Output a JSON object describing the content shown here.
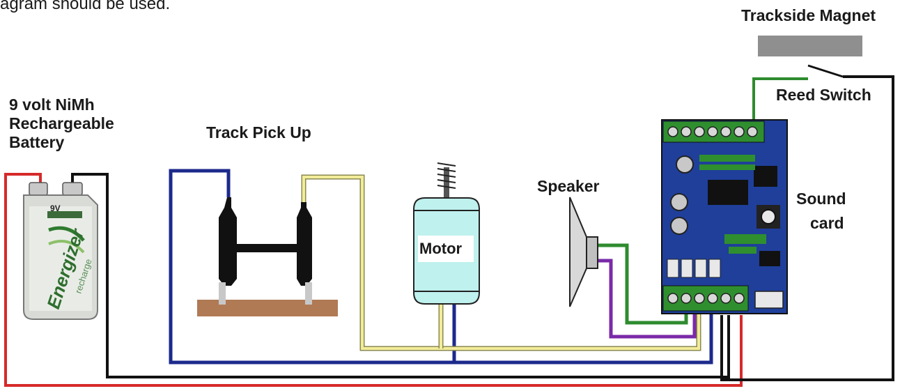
{
  "caption": "agram should be used.",
  "labels": {
    "battery_line1": "9 volt NiMh",
    "battery_line2": "Rechargeable",
    "battery_line3": "Battery",
    "track_pickup": "Track Pick Up",
    "motor": "Motor",
    "speaker": "Speaker",
    "sound_card_line1": "Sound",
    "sound_card_line2": "card",
    "reed_switch": "Reed Switch",
    "trackside_magnet": "Trackside Magnet"
  },
  "battery": {
    "voltage": "9V",
    "brand": "Energizer",
    "subtitle": "recharge"
  },
  "wire_colors": {
    "red": "#d62a2a",
    "black": "#111111",
    "blue": "#1c2a8c",
    "yellow": "#e8e08a",
    "green": "#2e8b2e",
    "purple": "#7a2aa8"
  }
}
